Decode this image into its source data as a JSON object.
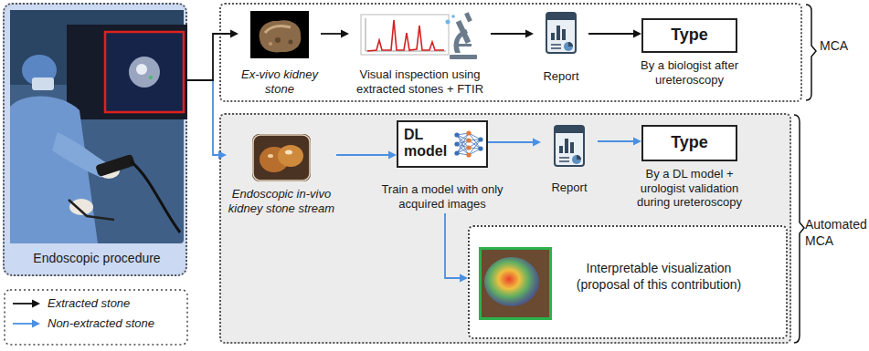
{
  "diagram": {
    "nodes": [
      {
        "text": [
          "Endoscopic procedure"
        ]
      },
      {
        "text": [
          "MCA"
        ]
      },
      {
        "text": [
          "Ex-vivo kidney stone"
        ],
        "in": 1
      },
      {
        "text": [
          "Visual inspection using extracted stones + FTIR"
        ],
        "in": 1
      },
      {
        "text": [
          "Report"
        ],
        "in": 1
      },
      {
        "text": [
          "Type",
          "By a biologist after ureteroscopy"
        ],
        "in": 1
      },
      {
        "text": [
          "Automated MCA"
        ]
      },
      {
        "text": [
          "Endoscopic in-vivo kidney stone stream"
        ],
        "in": 6
      },
      {
        "text": [
          "DL model",
          "Train a model with only acquired images"
        ],
        "in": 6
      },
      {
        "text": [
          "Report"
        ],
        "in": 6
      },
      {
        "text": [
          "Type",
          "By a DL model + urologist validation during ureteroscopy"
        ],
        "in": 6
      },
      {
        "text": [
          "Interpretable visualization (proposal of this contribution)"
        ],
        "in": 6
      }
    ],
    "edges": [
      {
        "from": 0,
        "to": 2,
        "arrow": "to"
      },
      {
        "from": 0,
        "to": 7,
        "arrow": "to"
      },
      {
        "from": 2,
        "to": 3,
        "arrow": "to"
      },
      {
        "from": 3,
        "to": 4,
        "arrow": "to"
      },
      {
        "from": 4,
        "to": 5,
        "arrow": "to"
      },
      {
        "from": 7,
        "to": 8,
        "arrow": "to"
      },
      {
        "from": 8,
        "to": 9,
        "arrow": "to"
      },
      {
        "from": 9,
        "to": 10,
        "arrow": "to"
      },
      {
        "from": 8,
        "to": 11,
        "arrow": "to"
      }
    ],
    "legend": [
      {
        "text": "Extracted stone"
      },
      {
        "text": "Non-extracted stone"
      }
    ]
  }
}
